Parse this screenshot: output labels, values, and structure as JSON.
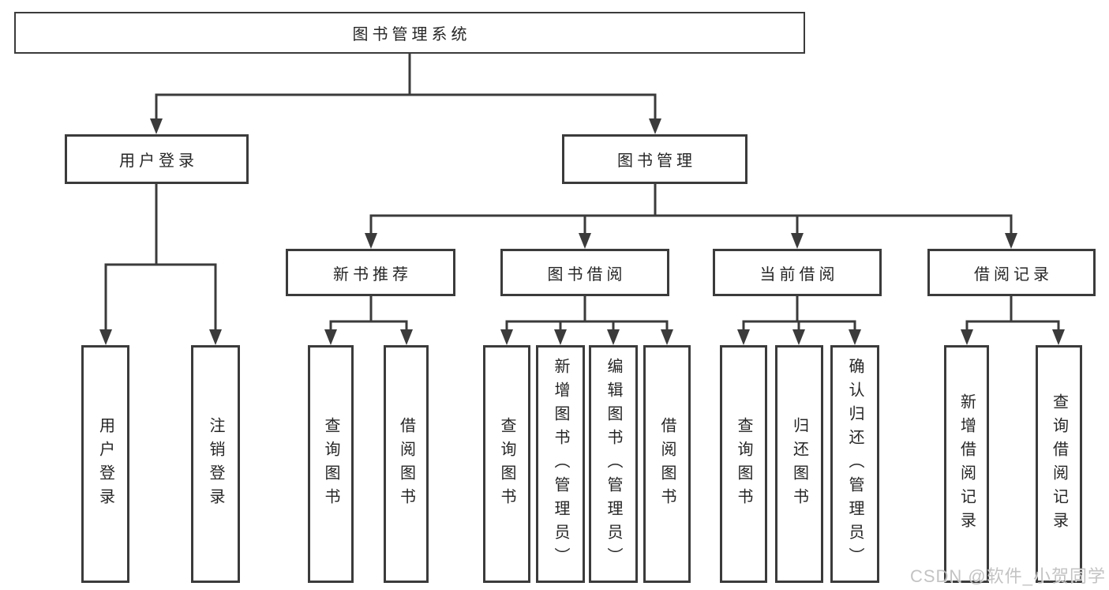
{
  "nodes": {
    "root": {
      "label": "图书管理系统"
    },
    "user_login": {
      "label": "用户登录"
    },
    "book_mgmt": {
      "label": "图书管理"
    },
    "new_book_rec": {
      "label": "新书推荐"
    },
    "book_borrow": {
      "label": "图书借阅"
    },
    "current_borrow": {
      "label": "当前借阅"
    },
    "borrow_record": {
      "label": "借阅记录"
    },
    "leaf_user_login": {
      "label": "用户登录"
    },
    "leaf_logout": {
      "label": "注销登录"
    },
    "leaf_newrec_query": {
      "label": "查询图书"
    },
    "leaf_newrec_borrow": {
      "label": "借阅图书"
    },
    "leaf_borrow_query": {
      "label": "查询图书"
    },
    "leaf_borrow_add": {
      "label": "新增图书（管理员）"
    },
    "leaf_borrow_edit": {
      "label": "编辑图书（管理员）"
    },
    "leaf_borrow_borrow": {
      "label": "借阅图书"
    },
    "leaf_current_query": {
      "label": "查询图书"
    },
    "leaf_current_return": {
      "label": "归还图书"
    },
    "leaf_current_confirm": {
      "label": "确认归还（管理员）"
    },
    "leaf_record_add": {
      "label": "新增借阅记录"
    },
    "leaf_record_query": {
      "label": "查询借阅记录"
    }
  },
  "watermark": {
    "text": "CSDN @软件_小贺同学"
  },
  "colors": {
    "line": "#3b3b3b",
    "text": "#262626",
    "background": "#ffffff",
    "watermark": "#bdbdbd"
  }
}
